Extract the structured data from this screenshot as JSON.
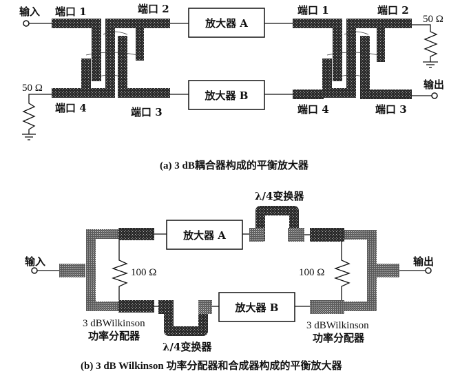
{
  "figure_a": {
    "caption": "(a) 3 dB耦合器构成的平衡放大器",
    "input_label": "输入",
    "output_label": "输出",
    "left_coupler": {
      "port1": "端口 1",
      "port2": "端口 2",
      "port3": "端口 3",
      "port4": "端口 4",
      "termination": "50 Ω"
    },
    "right_coupler": {
      "port1": "端口 1",
      "port2": "端口 2",
      "port3": "端口 3",
      "port4": "端口 4",
      "termination": "50 Ω"
    },
    "amp_a": "放大器 A",
    "amp_b": "放大器 B"
  },
  "figure_b": {
    "caption": "(b) 3 dB Wilkinson 功率分配器和合成器构成的平衡放大器",
    "input_label": "输入",
    "output_label": "输出",
    "amp_a": "放大器 A",
    "amp_b": "放大器 B",
    "top_transformer": "λ/4变换器",
    "bottom_transformer": "λ/4变换器",
    "left_resistor": "100 Ω",
    "right_resistor": "100 Ω",
    "left_divider_line1": "3 dBWilkinson",
    "left_divider_line2": "功率分配器",
    "right_divider_line1": "3 dBWilkinson",
    "right_divider_line2": "功率分配器"
  }
}
